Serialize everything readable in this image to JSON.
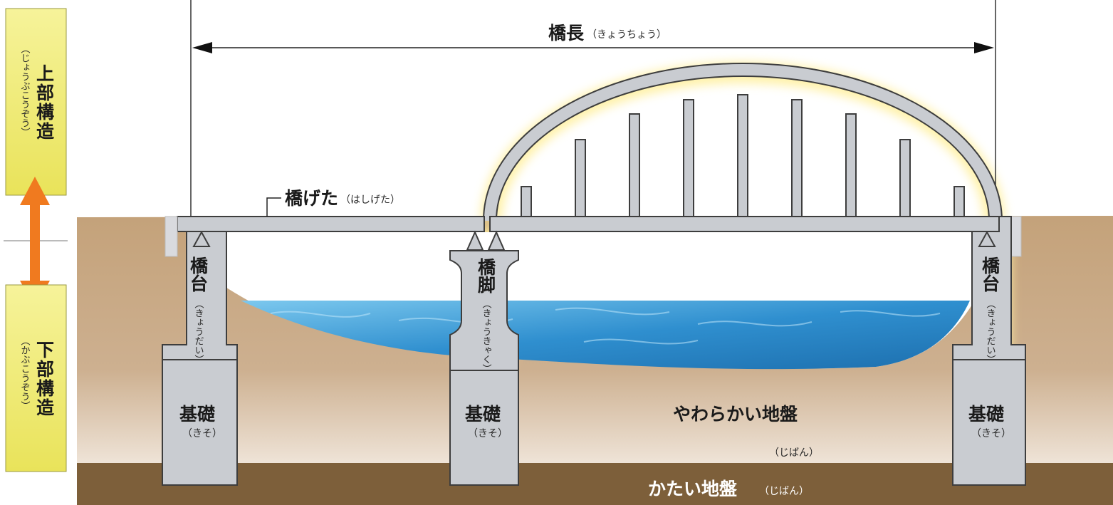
{
  "labels": {
    "upper_structure": {
      "text": "上部構造",
      "reading": "（じょうぶこうぞう）"
    },
    "lower_structure": {
      "text": "下部構造",
      "reading": "（かぶこうぞう）"
    },
    "bridge_length": {
      "text": "橋長",
      "reading": "（きょうちょう）"
    },
    "girder": {
      "text": "橋げた",
      "reading": "（はしげた）"
    },
    "abutment_left": {
      "text": "橋台",
      "reading": "（きょうだい）"
    },
    "pier": {
      "text": "橋脚",
      "reading": "（きょうきゃく）"
    },
    "abutment_right": {
      "text": "橋台",
      "reading": "（きょうだい）"
    },
    "foundation_left": {
      "text": "基礎",
      "reading": "（きそ）"
    },
    "foundation_center": {
      "text": "基礎",
      "reading": "（きそ）"
    },
    "foundation_right": {
      "text": "基礎",
      "reading": "（きそ）"
    },
    "soft_ground": {
      "text": "やわらかい地盤",
      "reading": "（じばん）"
    },
    "hard_ground": {
      "text": "かたい地盤",
      "reading": "（じばん）"
    }
  },
  "colors": {
    "label_box": "#f3f07a",
    "arrow": "#f07a1f",
    "soil": "#c8a67e",
    "hard_soil": "#7d5f3a",
    "water": "#2f8fcf",
    "concrete": "#c9ccd1",
    "glow": "#fff2a8"
  }
}
